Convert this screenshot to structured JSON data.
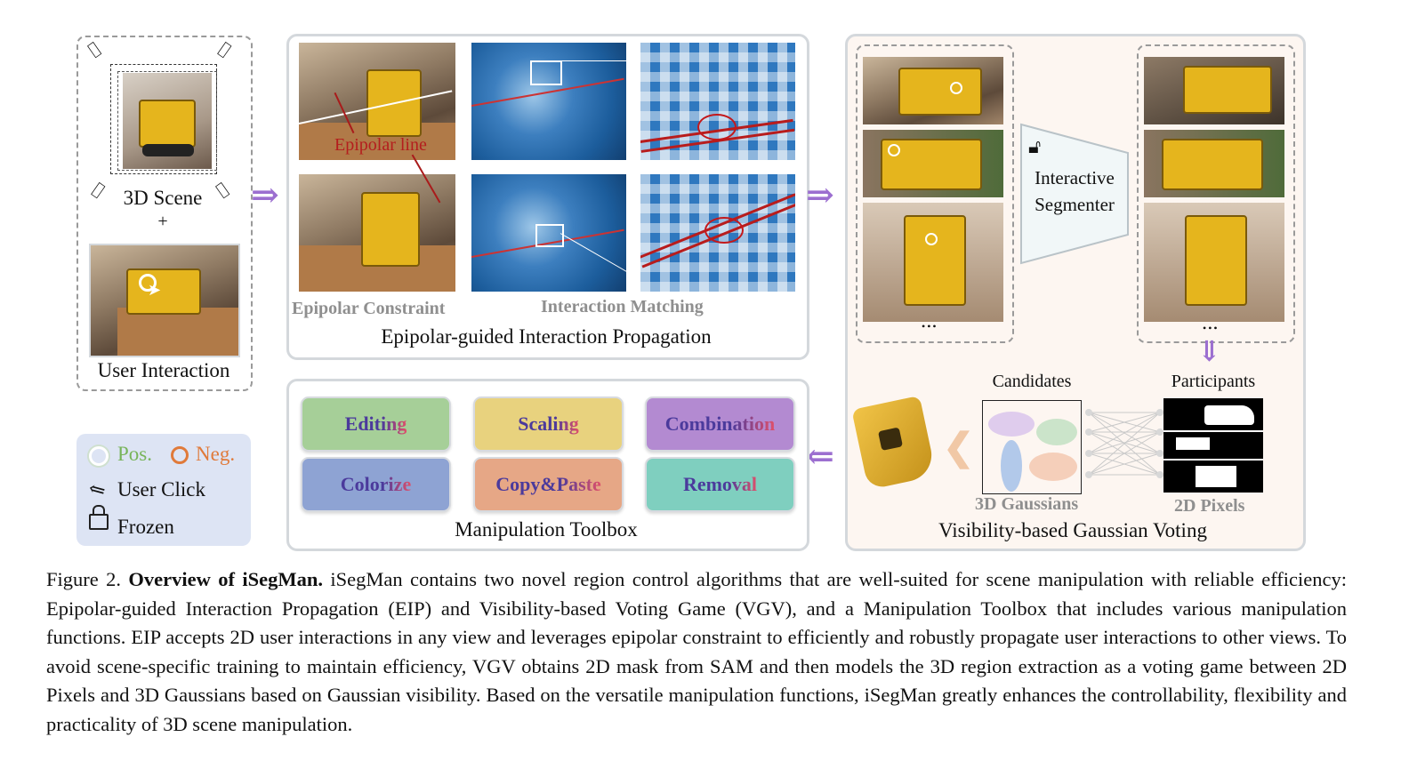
{
  "left": {
    "scene_label": "3D Scene",
    "plus": "+",
    "user_label": "User Interaction"
  },
  "eip": {
    "epipolar_line_label": "Epipolar line",
    "constraint_label": "Epipolar Constraint",
    "matching_label": "Interaction Matching",
    "title": "Epipolar-guided Interaction Propagation"
  },
  "vgv": {
    "segmenter_line1": "Interactive",
    "segmenter_line2": "Segmenter",
    "ellipsis_left": "•••",
    "ellipsis_right": "•••",
    "candidates": "Candidates",
    "participants": "Participants",
    "gaussians_label": "3D Gaussians",
    "pixels_label": "2D Pixels",
    "title": "Visibility-based Gaussian Voting"
  },
  "toolbox": {
    "title": "Manipulation Toolbox",
    "items": [
      {
        "label": "Editing",
        "bg": "#a6cf98"
      },
      {
        "label": "Scaling",
        "bg": "#e8d27e"
      },
      {
        "label": "Combination",
        "bg": "#b38ad1"
      },
      {
        "label": "Colorize",
        "bg": "#8ea3d3"
      },
      {
        "label": "Copy&Paste",
        "bg": "#e6a786"
      },
      {
        "label": "Removal",
        "bg": "#7fcfbf"
      }
    ]
  },
  "legend": {
    "pos": "Pos.",
    "neg": "Neg.",
    "click": "User Click",
    "frozen": "Frozen",
    "pos_color": "#78b45a",
    "neg_color": "#e07a3a"
  },
  "caption": {
    "prefix": "Figure 2.",
    "bold": "Overview of iSegMan.",
    "text": "iSegMan contains two novel region control algorithms that are well-suited for scene manipulation with reliable efficiency: Epipolar-guided Interaction Propagation (EIP) and Visibility-based Voting Game (VGV), and a Manipulation Toolbox that includes various manipulation functions. EIP accepts 2D user interactions in any view and leverages epipolar constraint to efficiently and robustly propagate user interactions to other views. To avoid scene-specific training to maintain efficiency, VGV obtains 2D mask from SAM and then models the 3D region extraction as a voting game between 2D Pixels and 3D Gaussians based on Gaussian visibility. Based on the versatile manipulation functions, iSegMan greatly enhances the controllability, flexibility and practicality of 3D scene manipulation."
  }
}
